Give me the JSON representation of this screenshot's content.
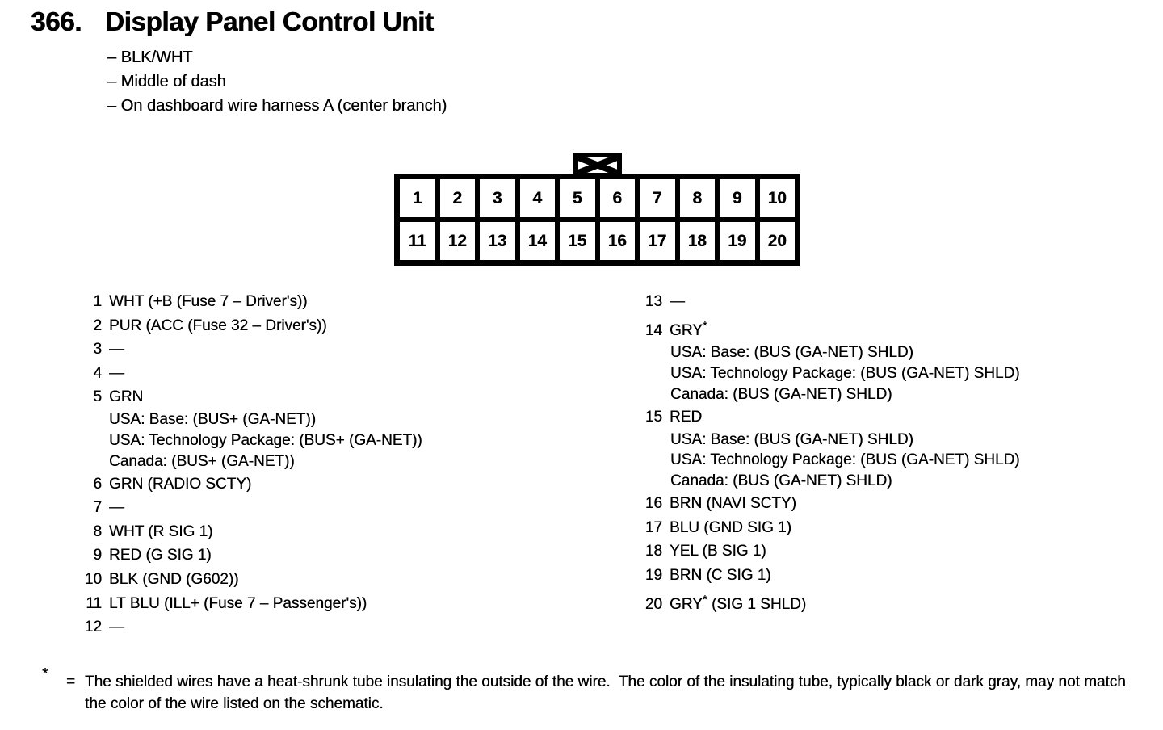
{
  "colors": {
    "ink": "#000000",
    "paper": "#ffffff"
  },
  "page": {
    "number": "366.",
    "title": "Display Panel Control Unit",
    "bullets": [
      "– BLK/WHT",
      "– Middle of dash",
      "– On dashboard wire harness A (center branch)"
    ]
  },
  "connector": {
    "key_icon": "x-bowtie-keying-tab",
    "pins": [
      "1",
      "2",
      "3",
      "4",
      "5",
      "6",
      "7",
      "8",
      "9",
      "10",
      "11",
      "12",
      "13",
      "14",
      "15",
      "16",
      "17",
      "18",
      "19",
      "20"
    ]
  },
  "pin_list": {
    "left": [
      {
        "num": "1",
        "label": "WHT (+B (Fuse 7 – Driver's))"
      },
      {
        "num": "2",
        "label": "PUR (ACC (Fuse 32 – Driver's))"
      },
      {
        "num": "3",
        "label": "—"
      },
      {
        "num": "4",
        "label": "—"
      },
      {
        "num": "5",
        "label": "GRN",
        "sub": [
          "USA: Base: (BUS+ (GA-NET))",
          "USA: Technology Package: (BUS+ (GA-NET))",
          "Canada: (BUS+ (GA-NET))"
        ]
      },
      {
        "num": "6",
        "label": "GRN (RADIO SCTY)"
      },
      {
        "num": "7",
        "label": "—"
      },
      {
        "num": "8",
        "label": "WHT (R SIG 1)"
      },
      {
        "num": "9",
        "label": "RED (G SIG 1)"
      },
      {
        "num": "10",
        "label": "BLK (GND (G602))"
      },
      {
        "num": "11",
        "label": "LT BLU (ILL+ (Fuse 7 – Passenger's))"
      },
      {
        "num": "12",
        "label": "—"
      }
    ],
    "right": [
      {
        "num": "13",
        "label": "—"
      },
      {
        "num": "14",
        "label": "GRY",
        "sup": "*",
        "sub": [
          "USA: Base: (BUS (GA-NET) SHLD)",
          "USA: Technology Package: (BUS (GA-NET) SHLD)",
          "Canada: (BUS (GA-NET) SHLD)"
        ]
      },
      {
        "num": "15",
        "label": "RED",
        "sub": [
          "USA: Base: (BUS (GA-NET) SHLD)",
          "USA: Technology Package: (BUS (GA-NET) SHLD)",
          "Canada: (BUS (GA-NET) SHLD)"
        ]
      },
      {
        "num": "16",
        "label": "BRN (NAVI SCTY)"
      },
      {
        "num": "17",
        "label": "BLU (GND SIG 1)"
      },
      {
        "num": "18",
        "label": "YEL (B SIG 1)"
      },
      {
        "num": "19",
        "label": "BRN (C SIG 1)"
      },
      {
        "num": "20",
        "label": "GRY",
        "sup": "*",
        "suffix": " (SIG 1 SHLD)"
      }
    ]
  },
  "footnote": {
    "symbol": "*",
    "equals": "=",
    "text": "The shielded wires have a heat-shrunk tube insulating the outside of the wire.  The color of the insulating tube, typically black or dark gray, may not match the color of the wire listed on the schematic."
  }
}
